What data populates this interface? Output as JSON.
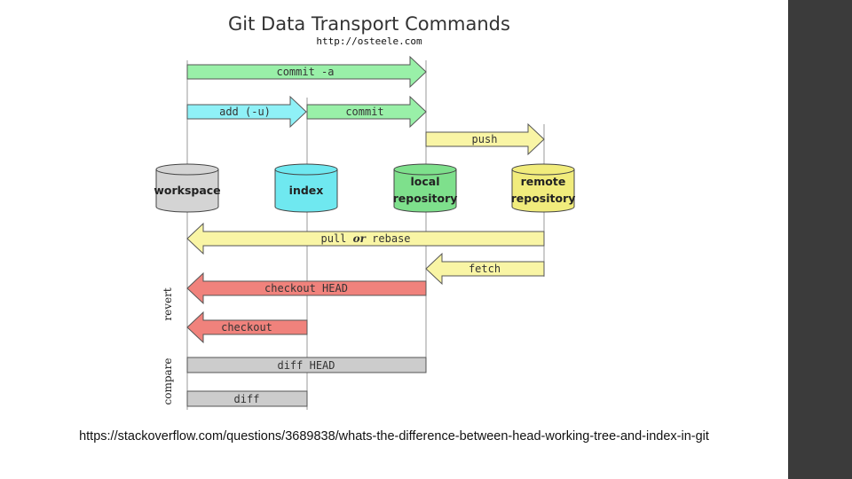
{
  "title": "Git Data Transport Commands",
  "subtitle": "http://osteele.com",
  "stores": {
    "workspace": "workspace",
    "index": "index",
    "local_repository": [
      "local",
      "repository"
    ],
    "remote_repository": [
      "remote",
      "repository"
    ]
  },
  "commands": {
    "commit_a": "commit -a",
    "add_u": "add (-u)",
    "commit": "commit",
    "push": "push",
    "pull_or_rebase": {
      "pull": "pull",
      "or": "or",
      "rebase": "rebase"
    },
    "fetch": "fetch",
    "checkout_head": "checkout HEAD",
    "checkout": "checkout",
    "diff_head": "diff HEAD",
    "diff": "diff"
  },
  "side_labels": {
    "revert": "revert",
    "compare": "compare"
  },
  "source_link": "https://stackoverflow.com/questions/3689838/whats-the-difference-between-head-working-tree-and-index-in-git",
  "colors": {
    "green": "#99f0a8",
    "cyan": "#8ff1f7",
    "yellow": "#f9f5a5",
    "red": "#f0827c",
    "gray": "#cccccc",
    "store_gray": "#d4d4d4",
    "store_cyan": "#6fe8f0",
    "store_green": "#7ee08c",
    "store_yellow": "#f1ec7c",
    "sidebar": "#3b3b3b"
  }
}
